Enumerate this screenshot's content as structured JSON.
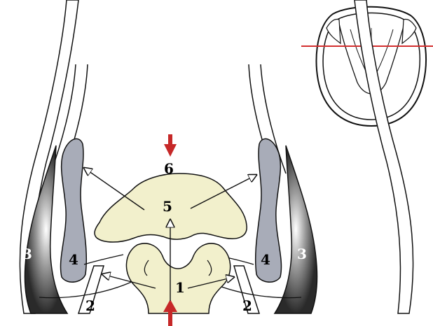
{
  "labels": {
    "n1": "1",
    "n2_left": "2",
    "n2_right": "2",
    "n3_left": "3",
    "n3_right": "3",
    "n4_left": "4",
    "n4_right": "4",
    "n5": "5",
    "n6": "6"
  },
  "colors": {
    "bone_fill": "#f2f0cc",
    "cartilage_fill": "#a8acb8",
    "wall_dark": "#2a2a2a",
    "arrow_red": "#c62828",
    "section_line": "#d32f2f",
    "outline": "#111111"
  }
}
